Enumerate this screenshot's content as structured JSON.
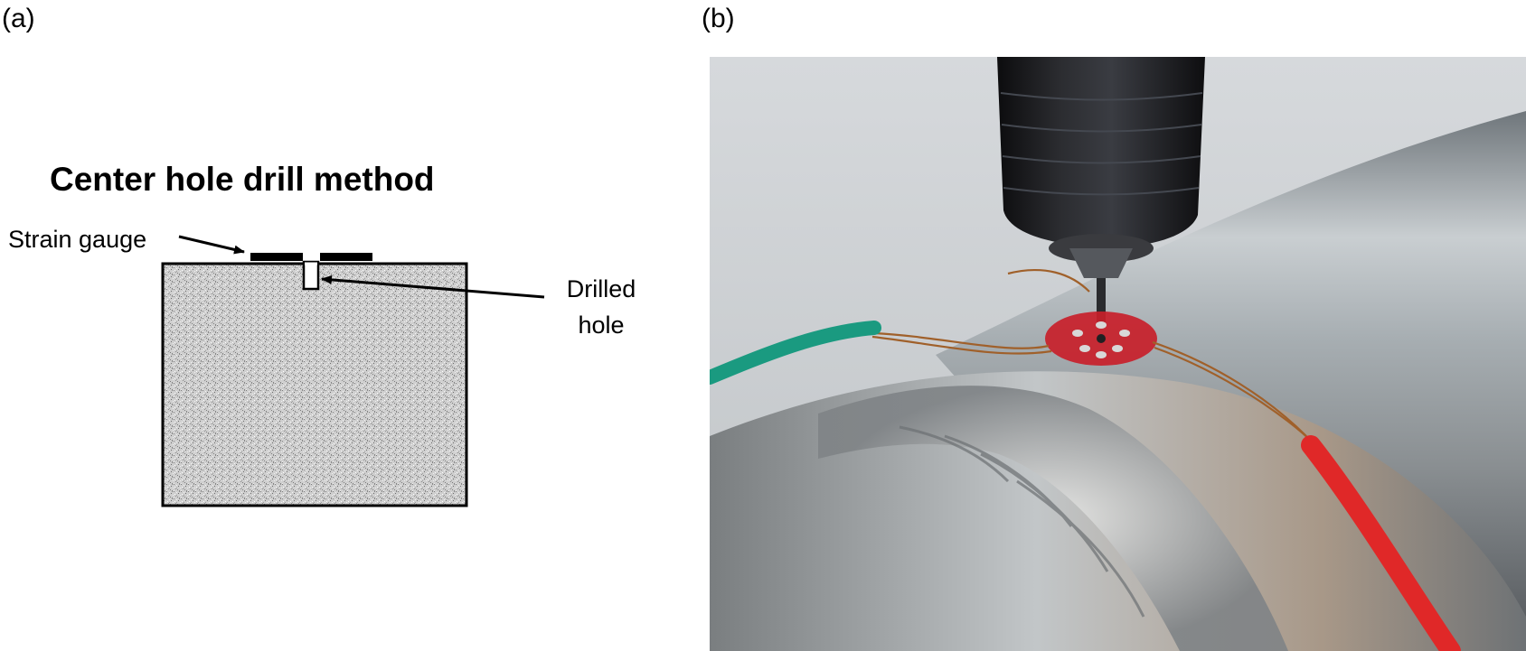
{
  "panels": {
    "a_label": "(a)",
    "b_label": "(b)"
  },
  "diagram": {
    "title": "Center hole drill method",
    "strain_gauge_label": "Strain gauge",
    "drilled_hole_label_line1": "Drilled",
    "drilled_hole_label_line2": "hole"
  },
  "colors": {
    "gauge_dots": "#d8d8d8",
    "green_wire": "#1a9a80",
    "red_wire": "#e02828",
    "rosette": "#c8202a",
    "pipe_metal": "#9fa6ab"
  }
}
